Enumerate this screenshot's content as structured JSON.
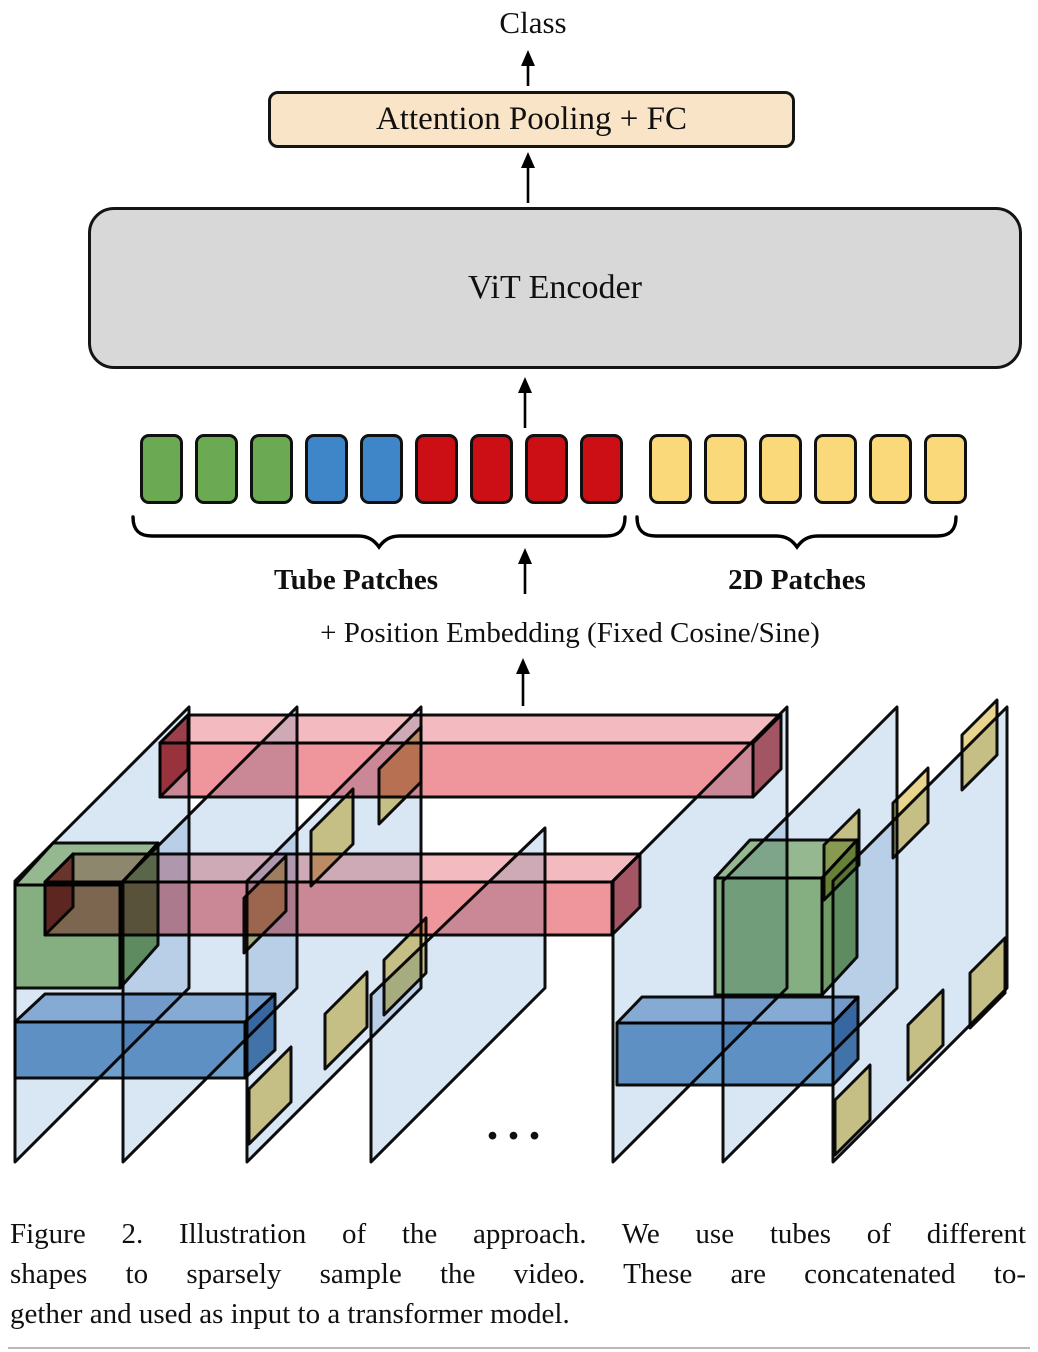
{
  "figure": {
    "class_label": "Class",
    "attention_box_label": "Attention Pooling + FC",
    "vit_box_label": "ViT Encoder",
    "tube_patches_label": "Tube Patches",
    "patches_2d_label": "2D Patches",
    "position_embedding_label": "+ Position Embedding (Fixed Cosine/Sine)",
    "ellipsis": "..."
  },
  "tokens": {
    "sequence": [
      "green",
      "green",
      "green",
      "blue",
      "blue",
      "red",
      "red",
      "red",
      "red",
      "yellow",
      "yellow",
      "yellow",
      "yellow",
      "yellow",
      "yellow"
    ]
  },
  "caption": {
    "lines": [
      "Figure 2.  Illustration of the approach.  We use tubes of different",
      "shapes to sparsely sample the video.  These are concatenated to-",
      "gether and used as input to a transformer model."
    ]
  },
  "colors": {
    "sheet_blue": "#D9E6F3",
    "tube_red_front": "#EE969C",
    "tube_red_top": "#F3BBBF",
    "tube_red_end": "#C05E68",
    "cube_green_front": "#9CC187",
    "cube_green_top": "#AFCC98",
    "cube_green_side": "#83AB6B",
    "tube_blue_front": "#6FA0CE",
    "tube_blue_top": "#9CBEDF",
    "tube_blue_end": "#4C7FB1",
    "patch_tan": "#E8D48C",
    "outline": "#0D0D0D",
    "token_green": "#6BAA52",
    "token_blue": "#3E86C7",
    "token_red": "#CB0F15",
    "token_yellow": "#FAD97B",
    "attention_box_fill": "#FAE4C8",
    "vit_box_fill": "#D8D8D8"
  }
}
